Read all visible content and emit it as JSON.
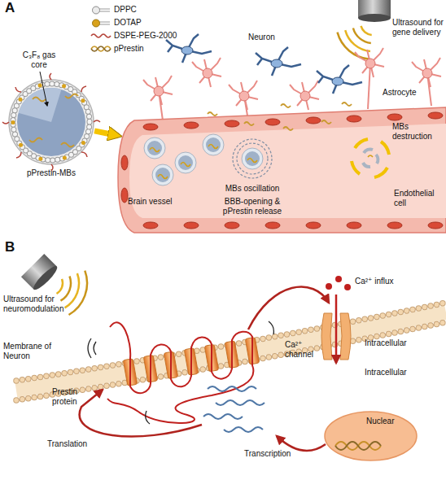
{
  "diagram": {
    "nodes": [
      {
        "text": [
          "pPrestin-MBs"
        ]
      },
      {
        "text": [
          "Brain vessel"
        ]
      },
      {
        "text": [
          "Nuclear"
        ]
      }
    ],
    "edges": [
      {
        "from": 0,
        "to": 1,
        "arrow": "to"
      }
    ],
    "labels": [
      "A",
      "C₃F₈ gas core",
      "Ultrasound for gene delivery",
      "Neuron",
      "Astrocyte",
      "MBs destruction",
      "MBs oscillation",
      "BBB-opening & pPrestin release",
      "Endothelial cell",
      "B",
      "Ultrasound for neuromodulation",
      "Ca²⁺ influx",
      "Membrane of Neuron",
      "Ca²⁺ channel",
      "Intracellular",
      "Intracellular",
      "Prestin protein",
      "Translation",
      "Transcription"
    ],
    "legend": [
      {
        "text": "DPPC"
      },
      {
        "text": "DOTAP"
      },
      {
        "text": "DSPE-PEG-2000"
      },
      {
        "text": "pPrestin"
      }
    ]
  }
}
